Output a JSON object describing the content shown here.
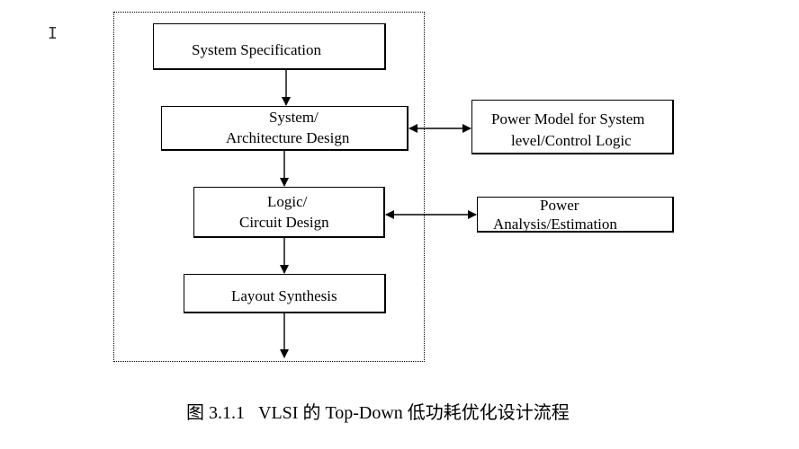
{
  "cursor_glyph": "I",
  "flow": {
    "system_spec": {
      "label": "System Specification"
    },
    "arch_design": {
      "line1": "System/",
      "line2": "Architecture Design"
    },
    "logic_design": {
      "line1": "Logic/",
      "line2": "Circuit Design"
    },
    "layout_synth": {
      "label": "Layout Synthesis"
    }
  },
  "side": {
    "power_model": {
      "line1": "Power Model for System",
      "line2": "level/Control Logic"
    },
    "power_analysis": {
      "line1": "Power",
      "line2": "Analysis/Estimation"
    }
  },
  "caption": "图 3.1.1   VLSI 的 Top-Down 低功耗优化设计流程"
}
